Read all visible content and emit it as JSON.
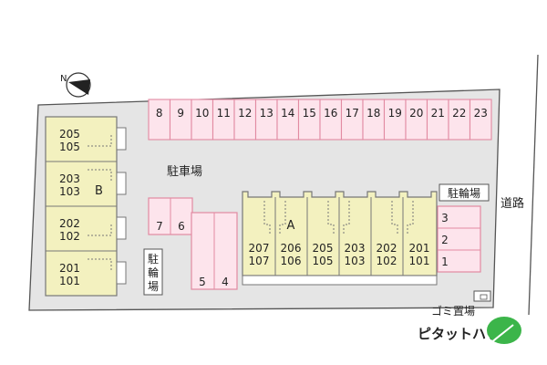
{
  "parking": {
    "label": "駐車場",
    "top_row": [
      "8",
      "9",
      "10",
      "11",
      "12",
      "13",
      "14",
      "15",
      "16",
      "17",
      "18",
      "19",
      "20",
      "21",
      "22",
      "23"
    ],
    "left_pair": [
      "7",
      "6"
    ],
    "bottom_pair": [
      "5",
      "4"
    ],
    "right_column": [
      "3",
      "2",
      "1"
    ]
  },
  "bicycle_parking": {
    "right_label": "駐輪場",
    "left_label_lines": [
      "駐",
      "輪",
      "場"
    ]
  },
  "road_label": "道路",
  "garbage_label": "ゴミ置場",
  "building_b": {
    "name": "B",
    "units": [
      {
        "upper": "205",
        "lower": "105"
      },
      {
        "upper": "203",
        "lower": "103"
      },
      {
        "upper": "202",
        "lower": "102"
      },
      {
        "upper": "201",
        "lower": "101"
      }
    ]
  },
  "building_a": {
    "name": "A",
    "units": [
      {
        "upper": "207",
        "lower": "107"
      },
      {
        "upper": "206",
        "lower": "106"
      },
      {
        "upper": "205",
        "lower": "105"
      },
      {
        "upper": "203",
        "lower": "103"
      },
      {
        "upper": "202",
        "lower": "102"
      },
      {
        "upper": "201",
        "lower": "101"
      }
    ]
  },
  "logo": {
    "text": "ピタットハウス"
  },
  "compass": {
    "letter": "N",
    "icon": "north-arrow-icon"
  },
  "colors": {
    "lot": "#e5e5e5",
    "parking_fill": "#fde4ec",
    "parking_stroke": "#e28aa2",
    "building": "#f3f1bf",
    "building_stroke": "#777777",
    "logo_green": "#3cb54a"
  }
}
